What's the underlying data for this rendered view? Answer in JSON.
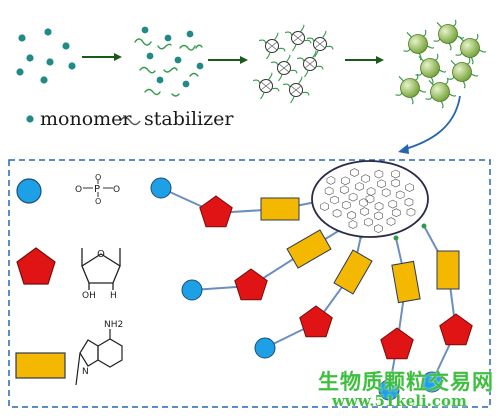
{
  "legend": {
    "monomer_label": "monomer",
    "stabilizer_label": "stabilizer"
  },
  "structures": {
    "adenine_nh2": "NH2",
    "adenine_n": "N",
    "sugar_h": "H",
    "sugar_oh": "OH",
    "sugar_o": "O",
    "phosphate_p": "P",
    "phosphate_o": "O"
  },
  "watermark": {
    "line1": "生物质颗粒交易网",
    "line2": "www.51keli.com"
  },
  "colors": {
    "monomer": "#1f8a86",
    "stabilizer": "#2f9a48",
    "particle": "#7aa73f",
    "phosphate": "#1ea0e6",
    "sugar": "#e01414",
    "base": "#f5b800",
    "border": "#2566b3",
    "arrow": "#1a5a1a"
  }
}
